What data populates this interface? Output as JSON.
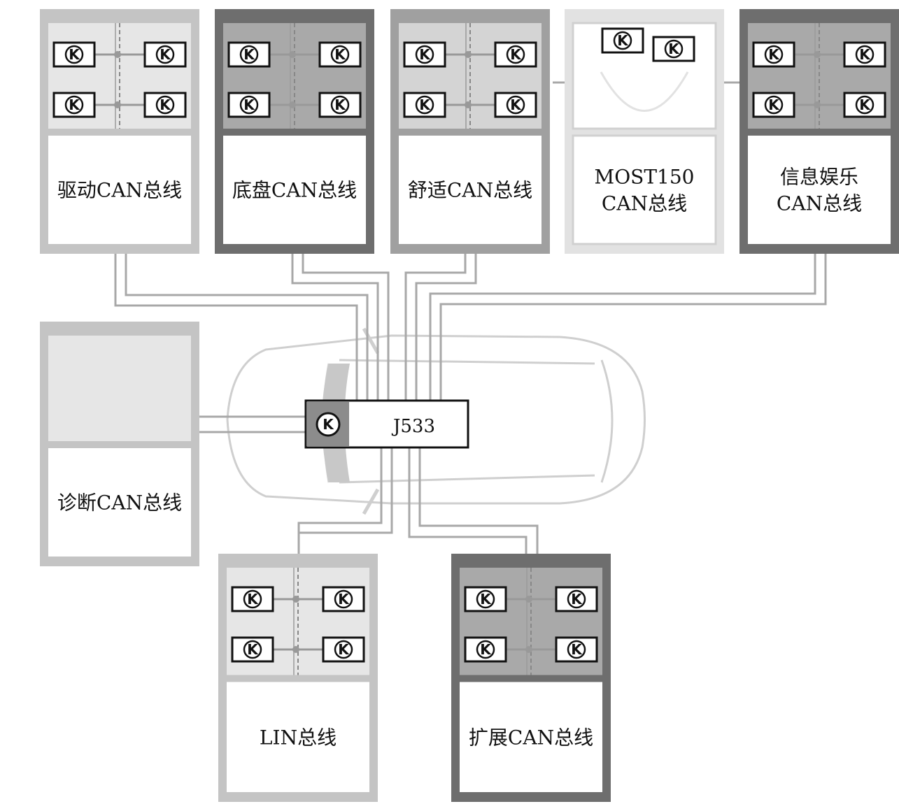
{
  "gateway": {
    "label": "J533",
    "icon": "ecu-k-icon"
  },
  "ecu_icon": "ecu-k-icon",
  "buses": [
    {
      "id": "drive",
      "label_lines": [
        "驱动CAN总线"
      ],
      "ecu_count": 4,
      "shade": "light"
    },
    {
      "id": "chassis",
      "label_lines": [
        "底盘CAN总线"
      ],
      "ecu_count": 4,
      "shade": "dark"
    },
    {
      "id": "comfort",
      "label_lines": [
        "舒适CAN总线"
      ],
      "ecu_count": 4,
      "shade": "medium"
    },
    {
      "id": "most",
      "label_lines": [
        "MOST150",
        "CAN总线"
      ],
      "ecu_count": 2,
      "shade": "white"
    },
    {
      "id": "infotainment",
      "label_lines": [
        "信息娱乐",
        "CAN总线"
      ],
      "ecu_count": 4,
      "shade": "dark"
    },
    {
      "id": "diagnosis",
      "label_lines": [
        "诊断CAN总线"
      ],
      "ecu_count": 0,
      "shade": "light"
    },
    {
      "id": "lin",
      "label_lines": [
        "LIN总线"
      ],
      "ecu_count": 4,
      "shade": "light"
    },
    {
      "id": "extended",
      "label_lines": [
        "扩展CAN总线"
      ],
      "ecu_count": 4,
      "shade": "dark"
    }
  ],
  "colors": {
    "dark": "#7d7d7d",
    "medium": "#a9a9a9",
    "light": "#c9c9c9",
    "wire": "#a8a8a8"
  }
}
